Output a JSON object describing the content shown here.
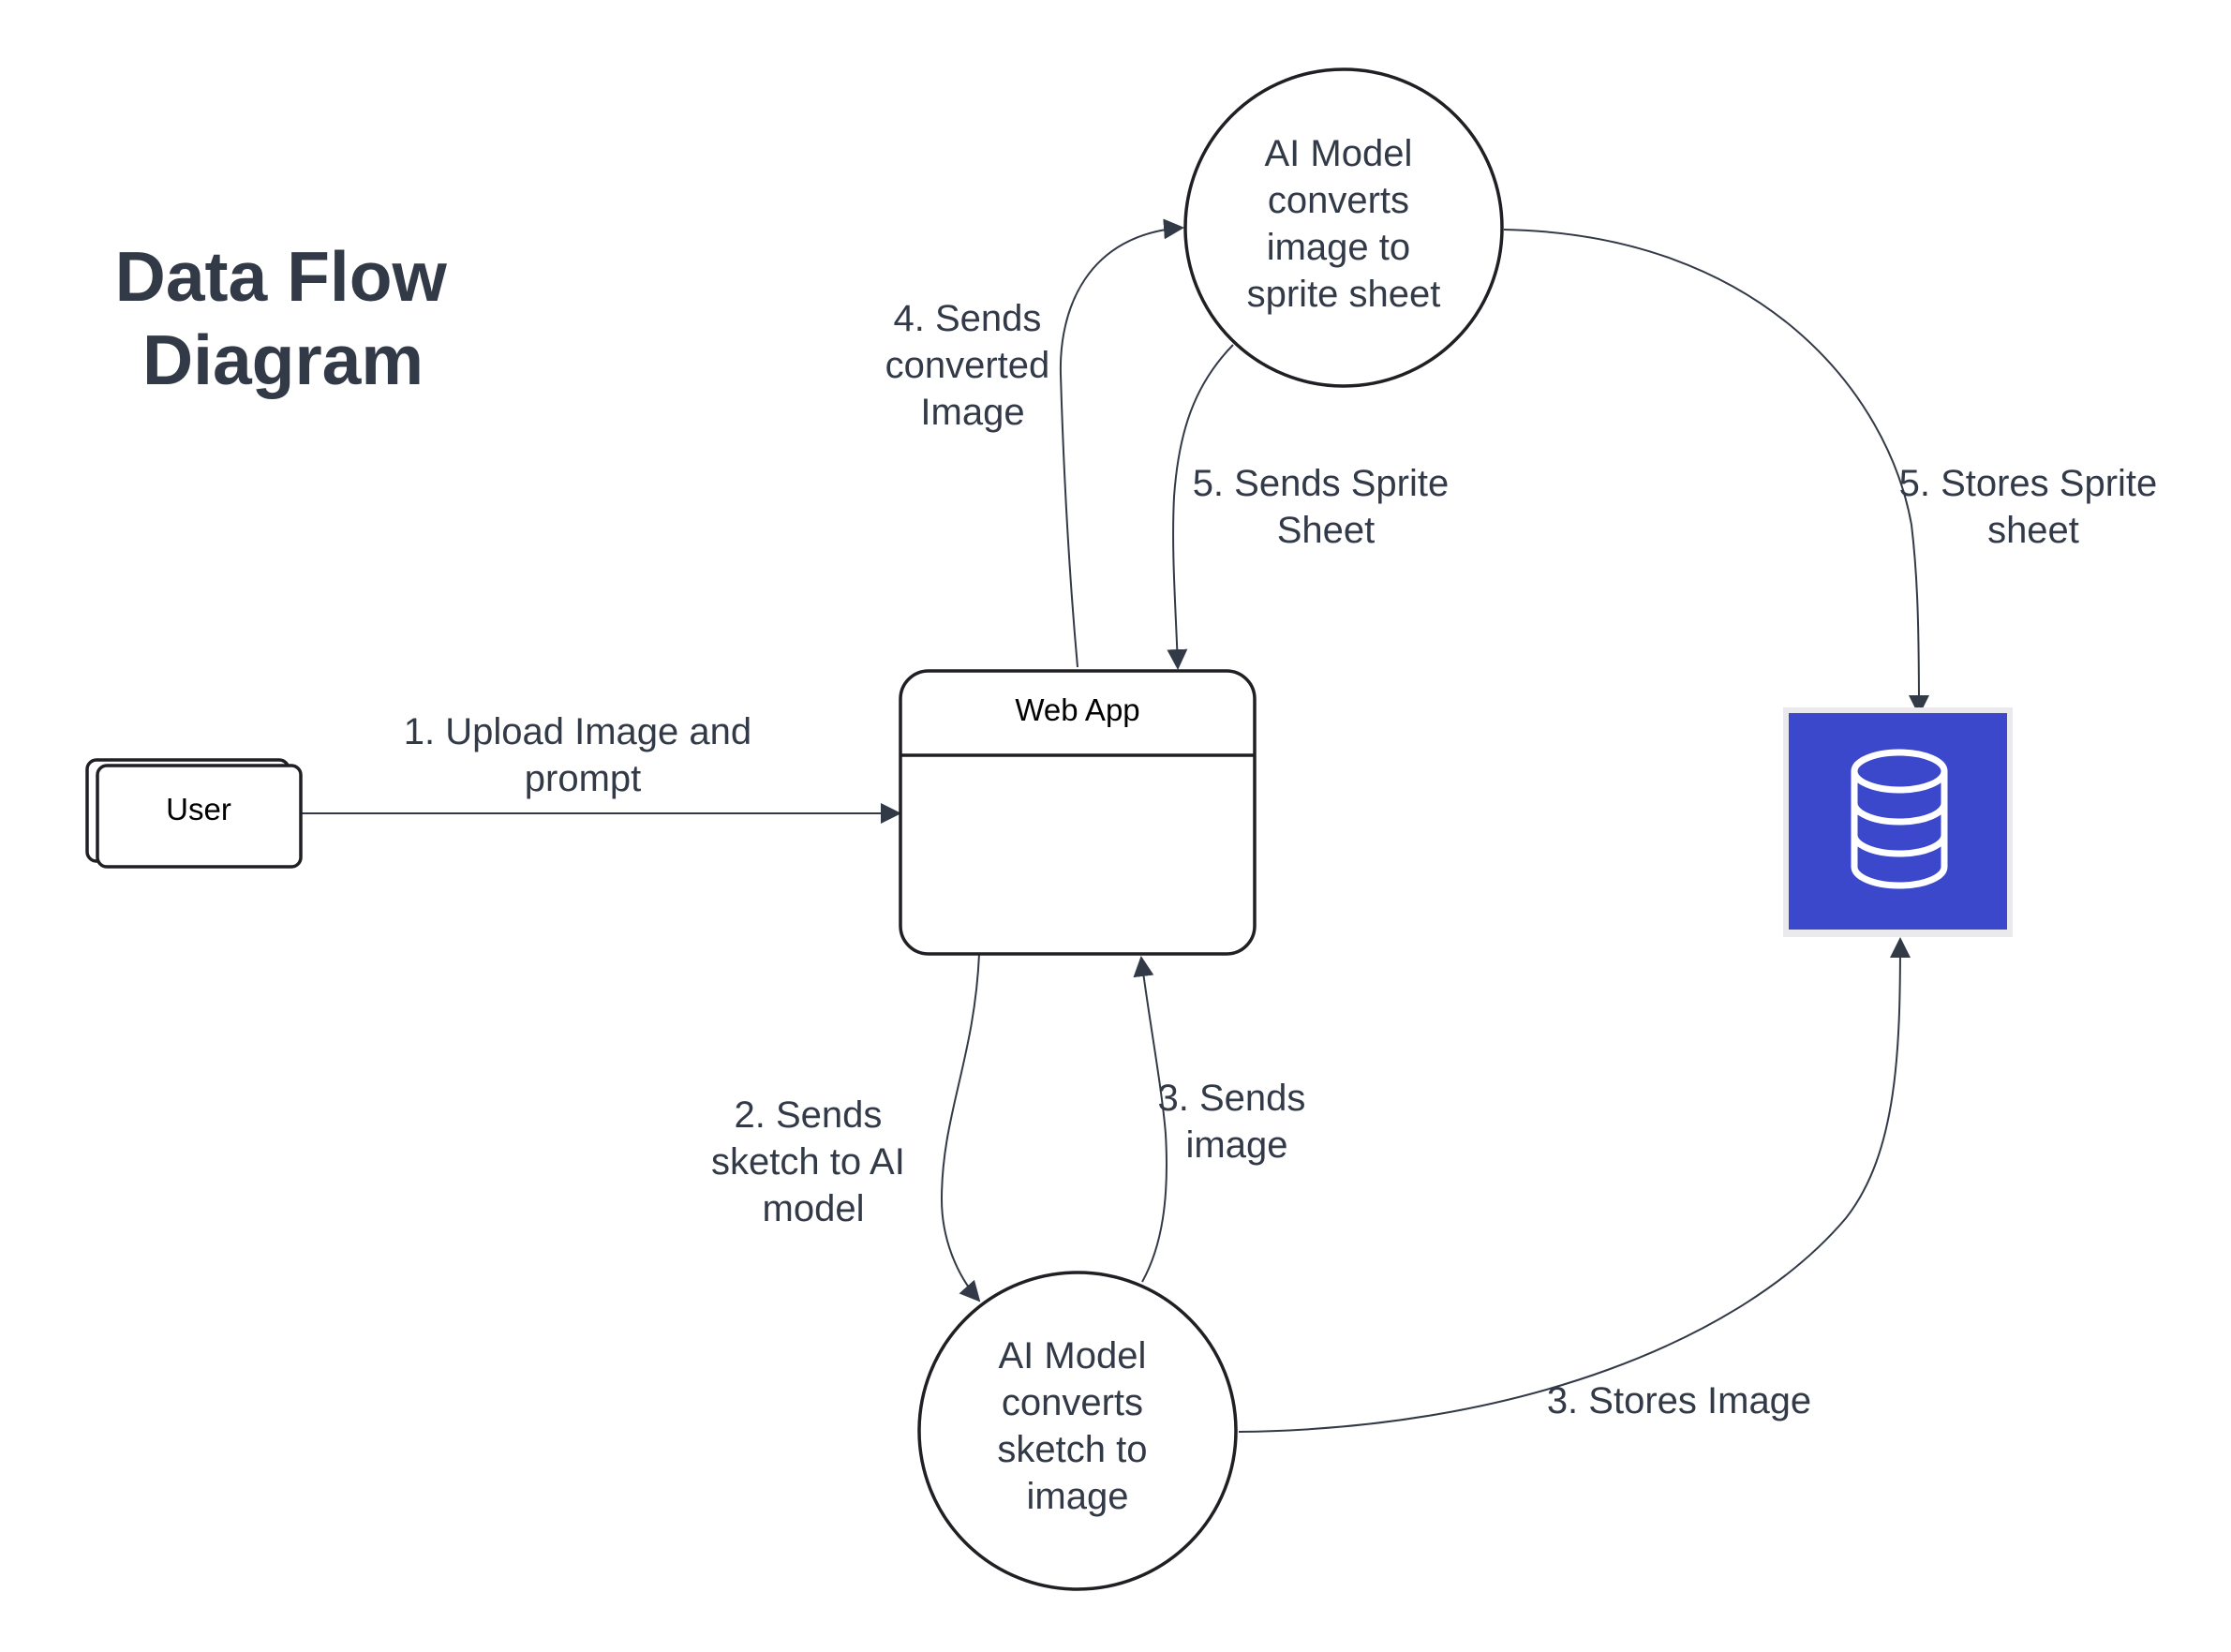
{
  "title": [
    "Data Flow",
    "Diagram"
  ],
  "nodes": {
    "user": {
      "label": "User"
    },
    "web_app": {
      "label": "Web App"
    },
    "ai_model_sprite": {
      "lines": [
        "AI Model",
        "converts",
        "image to",
        "sprite sheet"
      ]
    },
    "ai_model_sketch": {
      "lines": [
        "AI Model",
        "converts",
        "sketch to",
        "image"
      ]
    },
    "database": {
      "icon": "database-icon",
      "fill": "#3b48cc"
    }
  },
  "flows": {
    "upload": [
      "1. Upload Image and",
      "prompt"
    ],
    "sends_sketch": [
      "2. Sends",
      "sketch to AI",
      "model"
    ],
    "sends_image": [
      "3. Sends",
      "image"
    ],
    "stores_image": [
      "3. Stores Image"
    ],
    "sends_converted": [
      "4. Sends",
      "converted",
      "Image"
    ],
    "sends_sprite": [
      "5. Sends Sprite",
      "Sheet"
    ],
    "stores_sprite": [
      "5. Stores Sprite",
      "sheet"
    ]
  },
  "colors": {
    "text": "#333a47",
    "stroke": "#1f1f24",
    "db_fill": "#3b48cc"
  }
}
